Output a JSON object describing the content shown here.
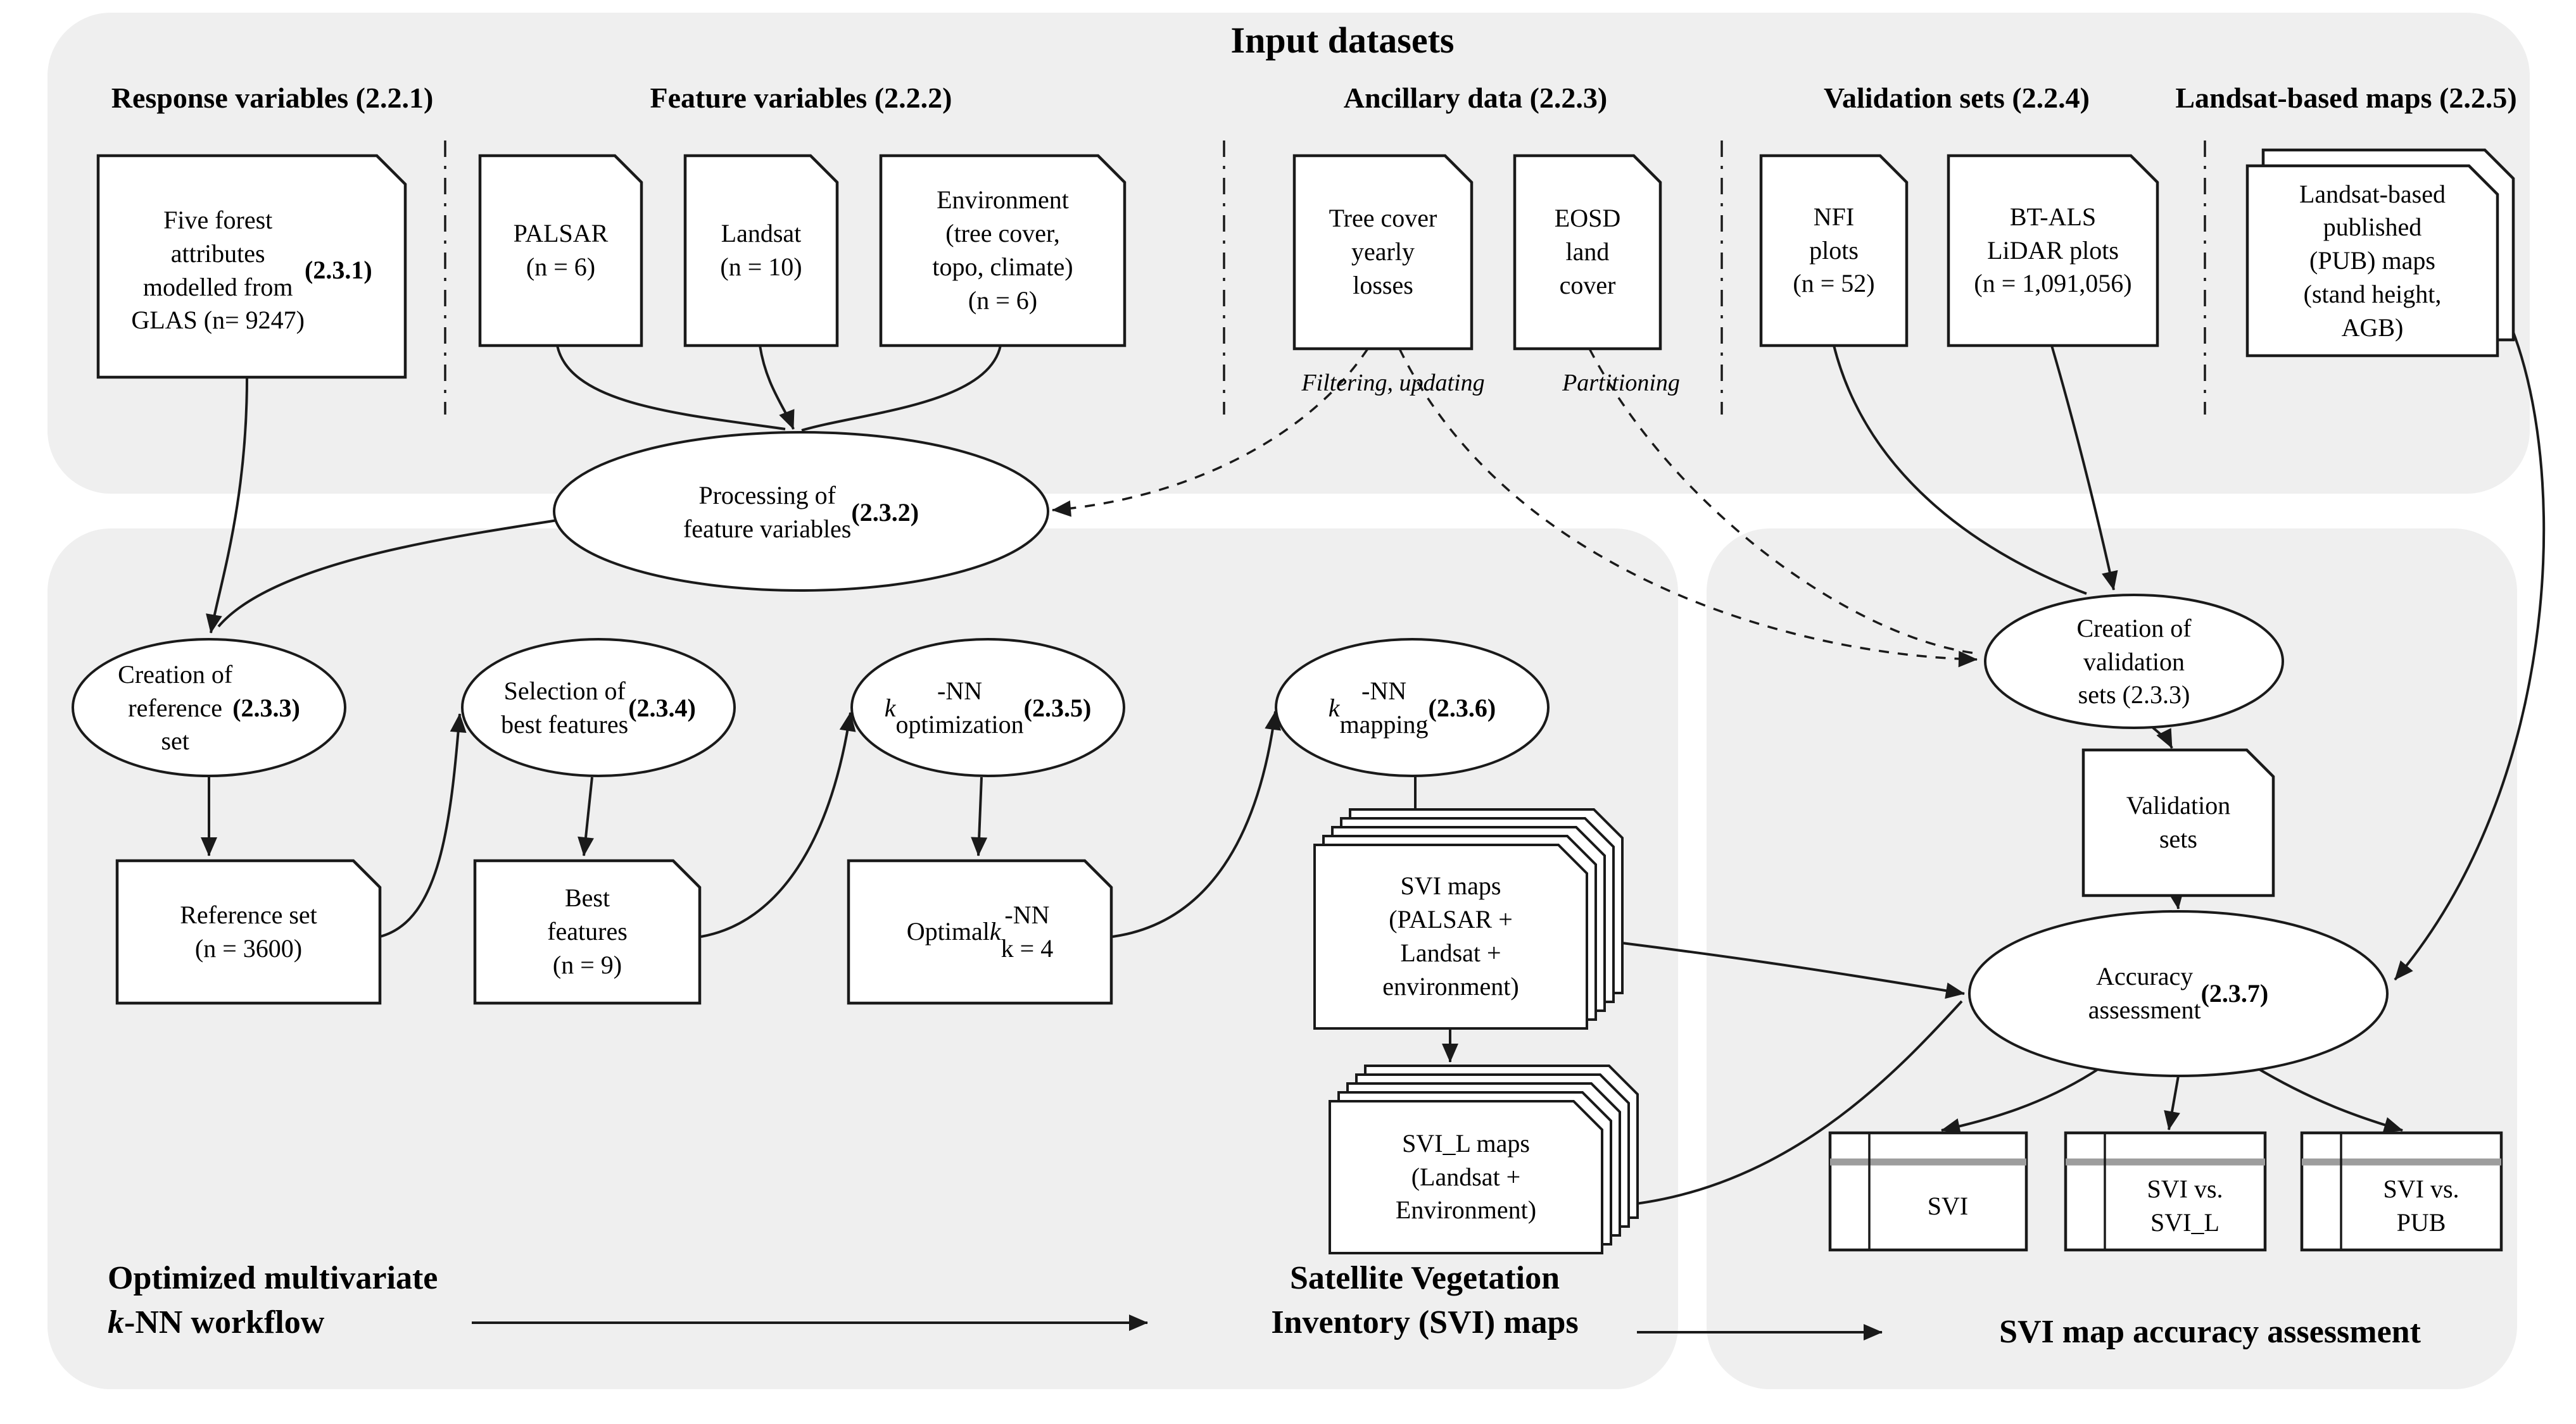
{
  "colors": {
    "panel_bg": "#efefef",
    "shape_fill": "#ffffff",
    "line": "#1a1a1a",
    "table_stripe": "#9d9d9d"
  },
  "header": {
    "title": "Input datasets"
  },
  "column_headings": {
    "response": "Response variables (2.2.1)",
    "feature": "Feature variables (2.2.2)",
    "ancillary": "Ancillary data (2.2.3)",
    "validation": "Validation sets (2.2.4)",
    "landsat_maps": "Landsat-based maps (2.2.5)"
  },
  "annotations": {
    "filtering": "Filtering, updating",
    "partitioning": "Partitioning"
  },
  "docs": {
    "five_forest": {
      "text": "Five forest\nattributes\nmodelled from\nGLAS (n= 9247)\n",
      "ref": "(2.3.1)"
    },
    "palsar": {
      "text": "PALSAR\n(n = 6)"
    },
    "landsat": {
      "text": "Landsat\n(n = 10)"
    },
    "environment": {
      "text": "Environment\n(tree cover,\ntopo, climate)\n(n = 6)"
    },
    "tree_cover": {
      "text": "Tree cover\nyearly\nlosses"
    },
    "eosd": {
      "text": "EOSD\nland\ncover"
    },
    "nfi": {
      "text": "NFI\nplots\n(n = 52)"
    },
    "btals": {
      "text": "BT-ALS\nLiDAR plots\n(n = 1,091,056)"
    },
    "pub": {
      "text": "Landsat-based\npublished\n(PUB) maps\n(stand height,\nAGB)"
    },
    "reference_set": {
      "text": "Reference set\n(n = 3600)"
    },
    "best_features": {
      "text": "Best\nfeatures\n(n = 9)"
    },
    "optimal_knn": {
      "pre": "Optimal\n",
      "k": "k",
      "post": "-NN\nk = 4"
    },
    "validation_sets": {
      "text": "Validation\nsets"
    }
  },
  "stacks": {
    "svi_maps": {
      "text": "SVI maps\n(PALSAR +\nLandsat +\nenvironment)"
    },
    "svil_maps": {
      "text": "SVI_L maps\n(Landsat +\nEnvironment)"
    }
  },
  "ellipses": {
    "processing": {
      "label": "Processing of\nfeature variables\n",
      "ref": "(2.3.2)"
    },
    "creation_ref": {
      "label": "Creation of\nreference\nset",
      "ref": " (2.3.3)"
    },
    "selection": {
      "label": "Selection of\nbest features\n",
      "ref": "(2.3.4)"
    },
    "knn_opt": {
      "k": "k",
      "label": "-NN\noptimization\n",
      "ref": "(2.3.5)"
    },
    "knn_map": {
      "k": "k",
      "label": "-NN\nmapping\n",
      "ref": "(2.3.6)"
    },
    "creation_val": {
      "label": "Creation of\nvalidation\nsets (2.3.3)"
    },
    "accuracy": {
      "label": "Accuracy\nassessment\n",
      "ref": "(2.3.7)"
    }
  },
  "tables": {
    "svi": {
      "text": "SVI"
    },
    "svi_vs_svil": {
      "text": "SVI vs.\nSVI_L"
    },
    "svi_vs_pub": {
      "text": "SVI vs.\nPUB"
    }
  },
  "footer": {
    "workflow": {
      "pre": "Optimized multivariate\n",
      "k": "k",
      "post": "-NN workflow"
    },
    "svi_maps_label": {
      "text": "Satellite Vegetation\nInventory (SVI) maps"
    },
    "accuracy_label": {
      "text": "SVI map accuracy assessment"
    }
  }
}
